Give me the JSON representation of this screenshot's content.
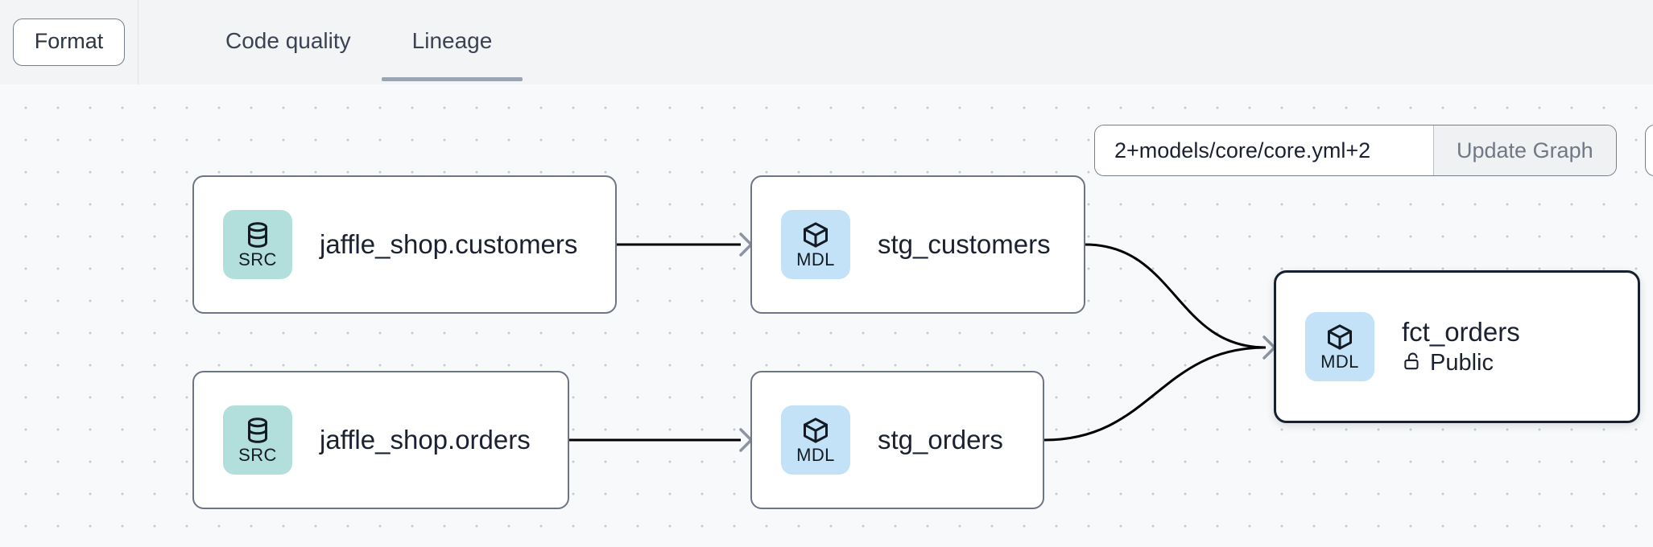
{
  "toolbar": {
    "format_label": "Format",
    "tabs": [
      {
        "label": "Code quality",
        "active": false
      },
      {
        "label": "Lineage",
        "active": true
      }
    ]
  },
  "graph_control": {
    "selector_value": "2+models/core/core.yml+2",
    "selector_placeholder": "Enter a dbt selector",
    "update_label": "Update Graph"
  },
  "lineage": {
    "nodes": [
      {
        "id": "jaffle_shop_customers",
        "title": "jaffle_shop.customers",
        "badge_type": "SRC",
        "badge_icon": "database-icon",
        "badge_color": "#b2dfdc",
        "selected": false,
        "meta": null
      },
      {
        "id": "jaffle_shop_orders",
        "title": "jaffle_shop.orders",
        "badge_type": "SRC",
        "badge_icon": "database-icon",
        "badge_color": "#b2dfdc",
        "selected": false,
        "meta": null
      },
      {
        "id": "stg_customers",
        "title": "stg_customers",
        "badge_type": "MDL",
        "badge_icon": "cube-icon",
        "badge_color": "#c3e2f8",
        "selected": false,
        "meta": null
      },
      {
        "id": "stg_orders",
        "title": "stg_orders",
        "badge_type": "MDL",
        "badge_icon": "cube-icon",
        "badge_color": "#c3e2f8",
        "selected": false,
        "meta": null
      },
      {
        "id": "fct_orders",
        "title": "fct_orders",
        "badge_type": "MDL",
        "badge_icon": "cube-icon",
        "badge_color": "#c3e2f8",
        "selected": true,
        "meta": {
          "icon": "unlock-icon",
          "label": "Public"
        }
      }
    ],
    "edges": [
      {
        "from": "jaffle_shop_customers",
        "to": "stg_customers"
      },
      {
        "from": "jaffle_shop_orders",
        "to": "stg_orders"
      },
      {
        "from": "stg_customers",
        "to": "fct_orders"
      },
      {
        "from": "stg_orders",
        "to": "fct_orders"
      }
    ],
    "edge_color": "#000000",
    "arrow_color": "#8d94a1"
  }
}
